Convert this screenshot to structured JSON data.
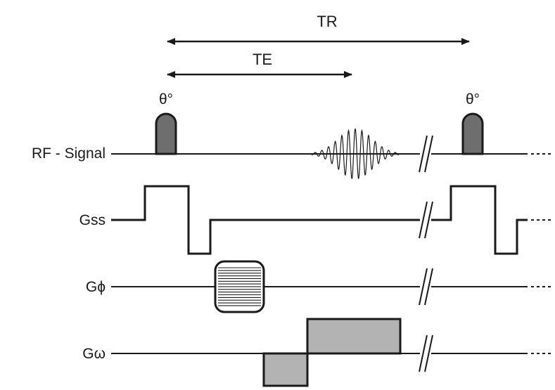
{
  "timing": {
    "tr_label": "TR",
    "te_label": "TE"
  },
  "flip_angle_labels": [
    "θ°",
    "θ°"
  ],
  "rows": [
    {
      "id": "rf",
      "label": "RF - Signal"
    },
    {
      "id": "gss",
      "label": "Gss"
    },
    {
      "id": "gphi",
      "label": "Gϕ"
    },
    {
      "id": "gomega",
      "label": "Gω"
    }
  ],
  "continuation_mark": "//",
  "colors": {
    "line": "#1a1a1a",
    "rf_pulse_fill": "#6e6e6e",
    "readout_fill": "#b3b3b3"
  }
}
